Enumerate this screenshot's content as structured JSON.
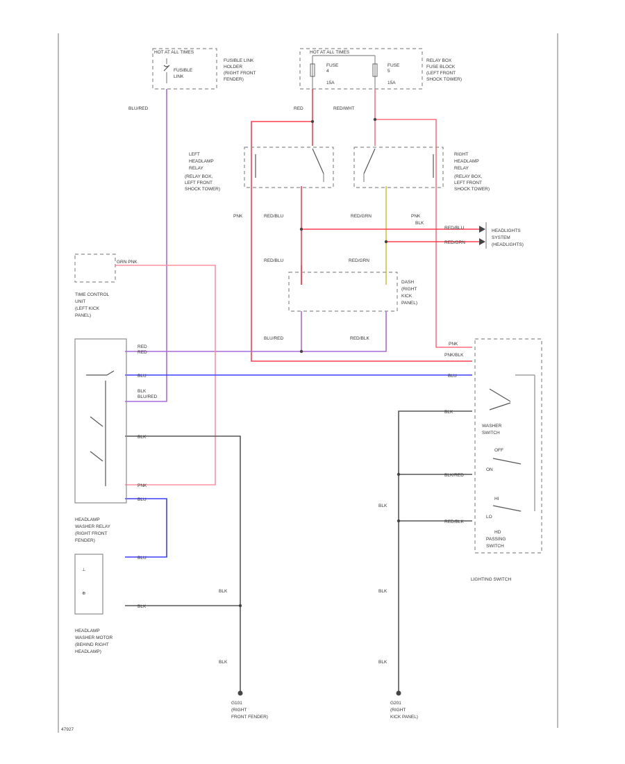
{
  "page": {
    "id": "47927"
  },
  "colors": {
    "red": "#ff3b4e",
    "pink": "#ff8fa0",
    "violet": "#a86ad8",
    "blue": "#3c3cff",
    "black": "#555555",
    "yellow": "#d8c23a",
    "frame": "#8c8c8c"
  },
  "power": {
    "left_header": "HOT AT ALL TIMES",
    "left_fuse": [
      "FUSIBLE",
      "LINK"
    ],
    "left_loc": [
      "FUSIBLE LINK",
      "HOLDER",
      "(RIGHT FRONT",
      "FENDER)"
    ],
    "right_header": "HOT AT ALL TIMES",
    "fuse_a": [
      "FUSE",
      "4",
      "15A"
    ],
    "fuse_b": [
      "FUSE",
      "5",
      "15A"
    ],
    "right_loc": [
      "RELAY BOX",
      "FUSE BLOCK",
      "(LEFT FRONT",
      "SHOCK TOWER)"
    ]
  },
  "relays": {
    "left": [
      "LEFT",
      "HEADLAMP",
      "RELAY",
      "(RELAY BOX,",
      "LEFT FRONT",
      "SHOCK TOWER)"
    ],
    "right": [
      "RIGHT",
      "HEADLAMP",
      "RELAY",
      "(RELAY BOX,",
      "LEFT FRONT",
      "SHOCK TOWER)"
    ]
  },
  "modules": {
    "time_control": [
      "TIME CONTROL",
      "UNIT",
      "(LEFT KICK",
      "PANEL)"
    ],
    "dash": [
      "DASH",
      "(RIGHT",
      "KICK",
      "PANEL)"
    ],
    "headlamps": [
      "HEADLIGHTS",
      "SYSTEM",
      "(HEADLIGHTS)"
    ],
    "washer_relay": [
      "HEADLAMP",
      "WASHER RELAY",
      "(RIGHT FRONT",
      "FENDER)"
    ],
    "washer_motor": [
      "HEADLAMP",
      "WASHER MOTOR",
      "(BEHIND RIGHT",
      "HEADLAMP)"
    ],
    "washer_switch": [
      "WASHER",
      "SWITCH"
    ],
    "passing_switch": [
      "HD",
      "PASSING",
      "SWITCH"
    ],
    "lighting_switch": "LIGHTING SWITCH",
    "ground_left": [
      "G101",
      "(RIGHT",
      "FRONT FENDER)"
    ],
    "ground_right": [
      "G201",
      "(RIGHT",
      "KICK PANEL)"
    ]
  },
  "wires": {
    "blu_red": "BLU/RED",
    "red": "RED",
    "red_wht": "RED/WHT",
    "red_blu": "RED/BLU",
    "red_grn": "RED/GRN",
    "pnk": "PNK",
    "blk": "BLK",
    "pnk_blk": "PNK/BLK",
    "red_blk": "RED/BLK",
    "blu_red_b": "BLU/RED",
    "red_blu_b": "RED/BLU",
    "red_grn_b": "RED/GRN",
    "redblu_b": "RED/BLU",
    "grn_pnk": "GRN PNK",
    "blu": "BLU",
    "blu_2": "BLU",
    "blk_2": "BLK",
    "blk_3": "BLK",
    "blk_4": "BLK",
    "blk_5": "BLK",
    "blk_6": "BLK",
    "blk_7": "BLK",
    "blk_8": "BLK",
    "blk_9": "BLK",
    "blk_red": "BLK/RED",
    "red_blk_2": "RED/BLK",
    "red_grn_2": "RED/GRN",
    "pnk_2": "PNK",
    "pnk_3": "PNK",
    "pnk_4": "PNK",
    "blk_red_2": "BLK",
    "blk_red_3": "RED",
    "hi": "HI",
    "off": "OFF",
    "on": "ON",
    "hi_2": "HI",
    "lo": "LO"
  }
}
